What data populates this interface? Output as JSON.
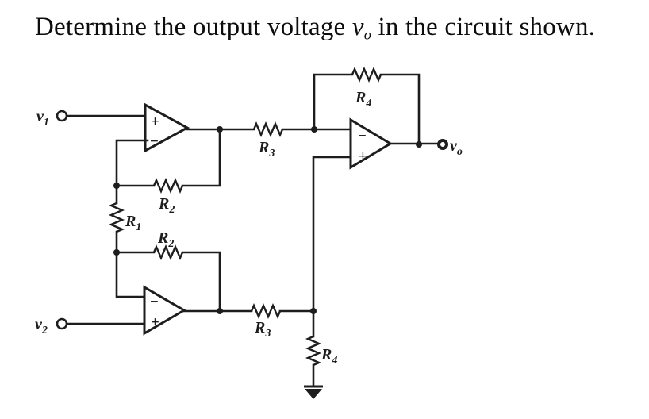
{
  "title": {
    "prefix": "Determine the output voltage ",
    "var_base": "v",
    "var_sub": "o",
    "suffix": " in the circuit shown."
  },
  "circuit": {
    "terminals": {
      "v1": {
        "base": "v",
        "sub": "1"
      },
      "v2": {
        "base": "v",
        "sub": "2"
      },
      "vo": {
        "base": "v",
        "sub": "o"
      }
    },
    "resistors": {
      "r1": {
        "base": "R",
        "sub": "1"
      },
      "r2_top": {
        "base": "R",
        "sub": "2"
      },
      "r2_bottom": {
        "base": "R",
        "sub": "2"
      },
      "r3_top": {
        "base": "R",
        "sub": "3"
      },
      "r3_bottom": {
        "base": "R",
        "sub": "3"
      },
      "r4_feedback": {
        "base": "R",
        "sub": "4"
      },
      "r4_ground": {
        "base": "R",
        "sub": "4"
      }
    },
    "opamps": {
      "amp1": {
        "top_sign": "+",
        "bottom_sign": "−"
      },
      "amp2": {
        "top_sign": "−",
        "bottom_sign": "+"
      },
      "amp3": {
        "top_sign": "−",
        "bottom_sign": "+"
      }
    },
    "colors": {
      "ink": "#1d1d1d",
      "paper": "#ffffff"
    }
  }
}
